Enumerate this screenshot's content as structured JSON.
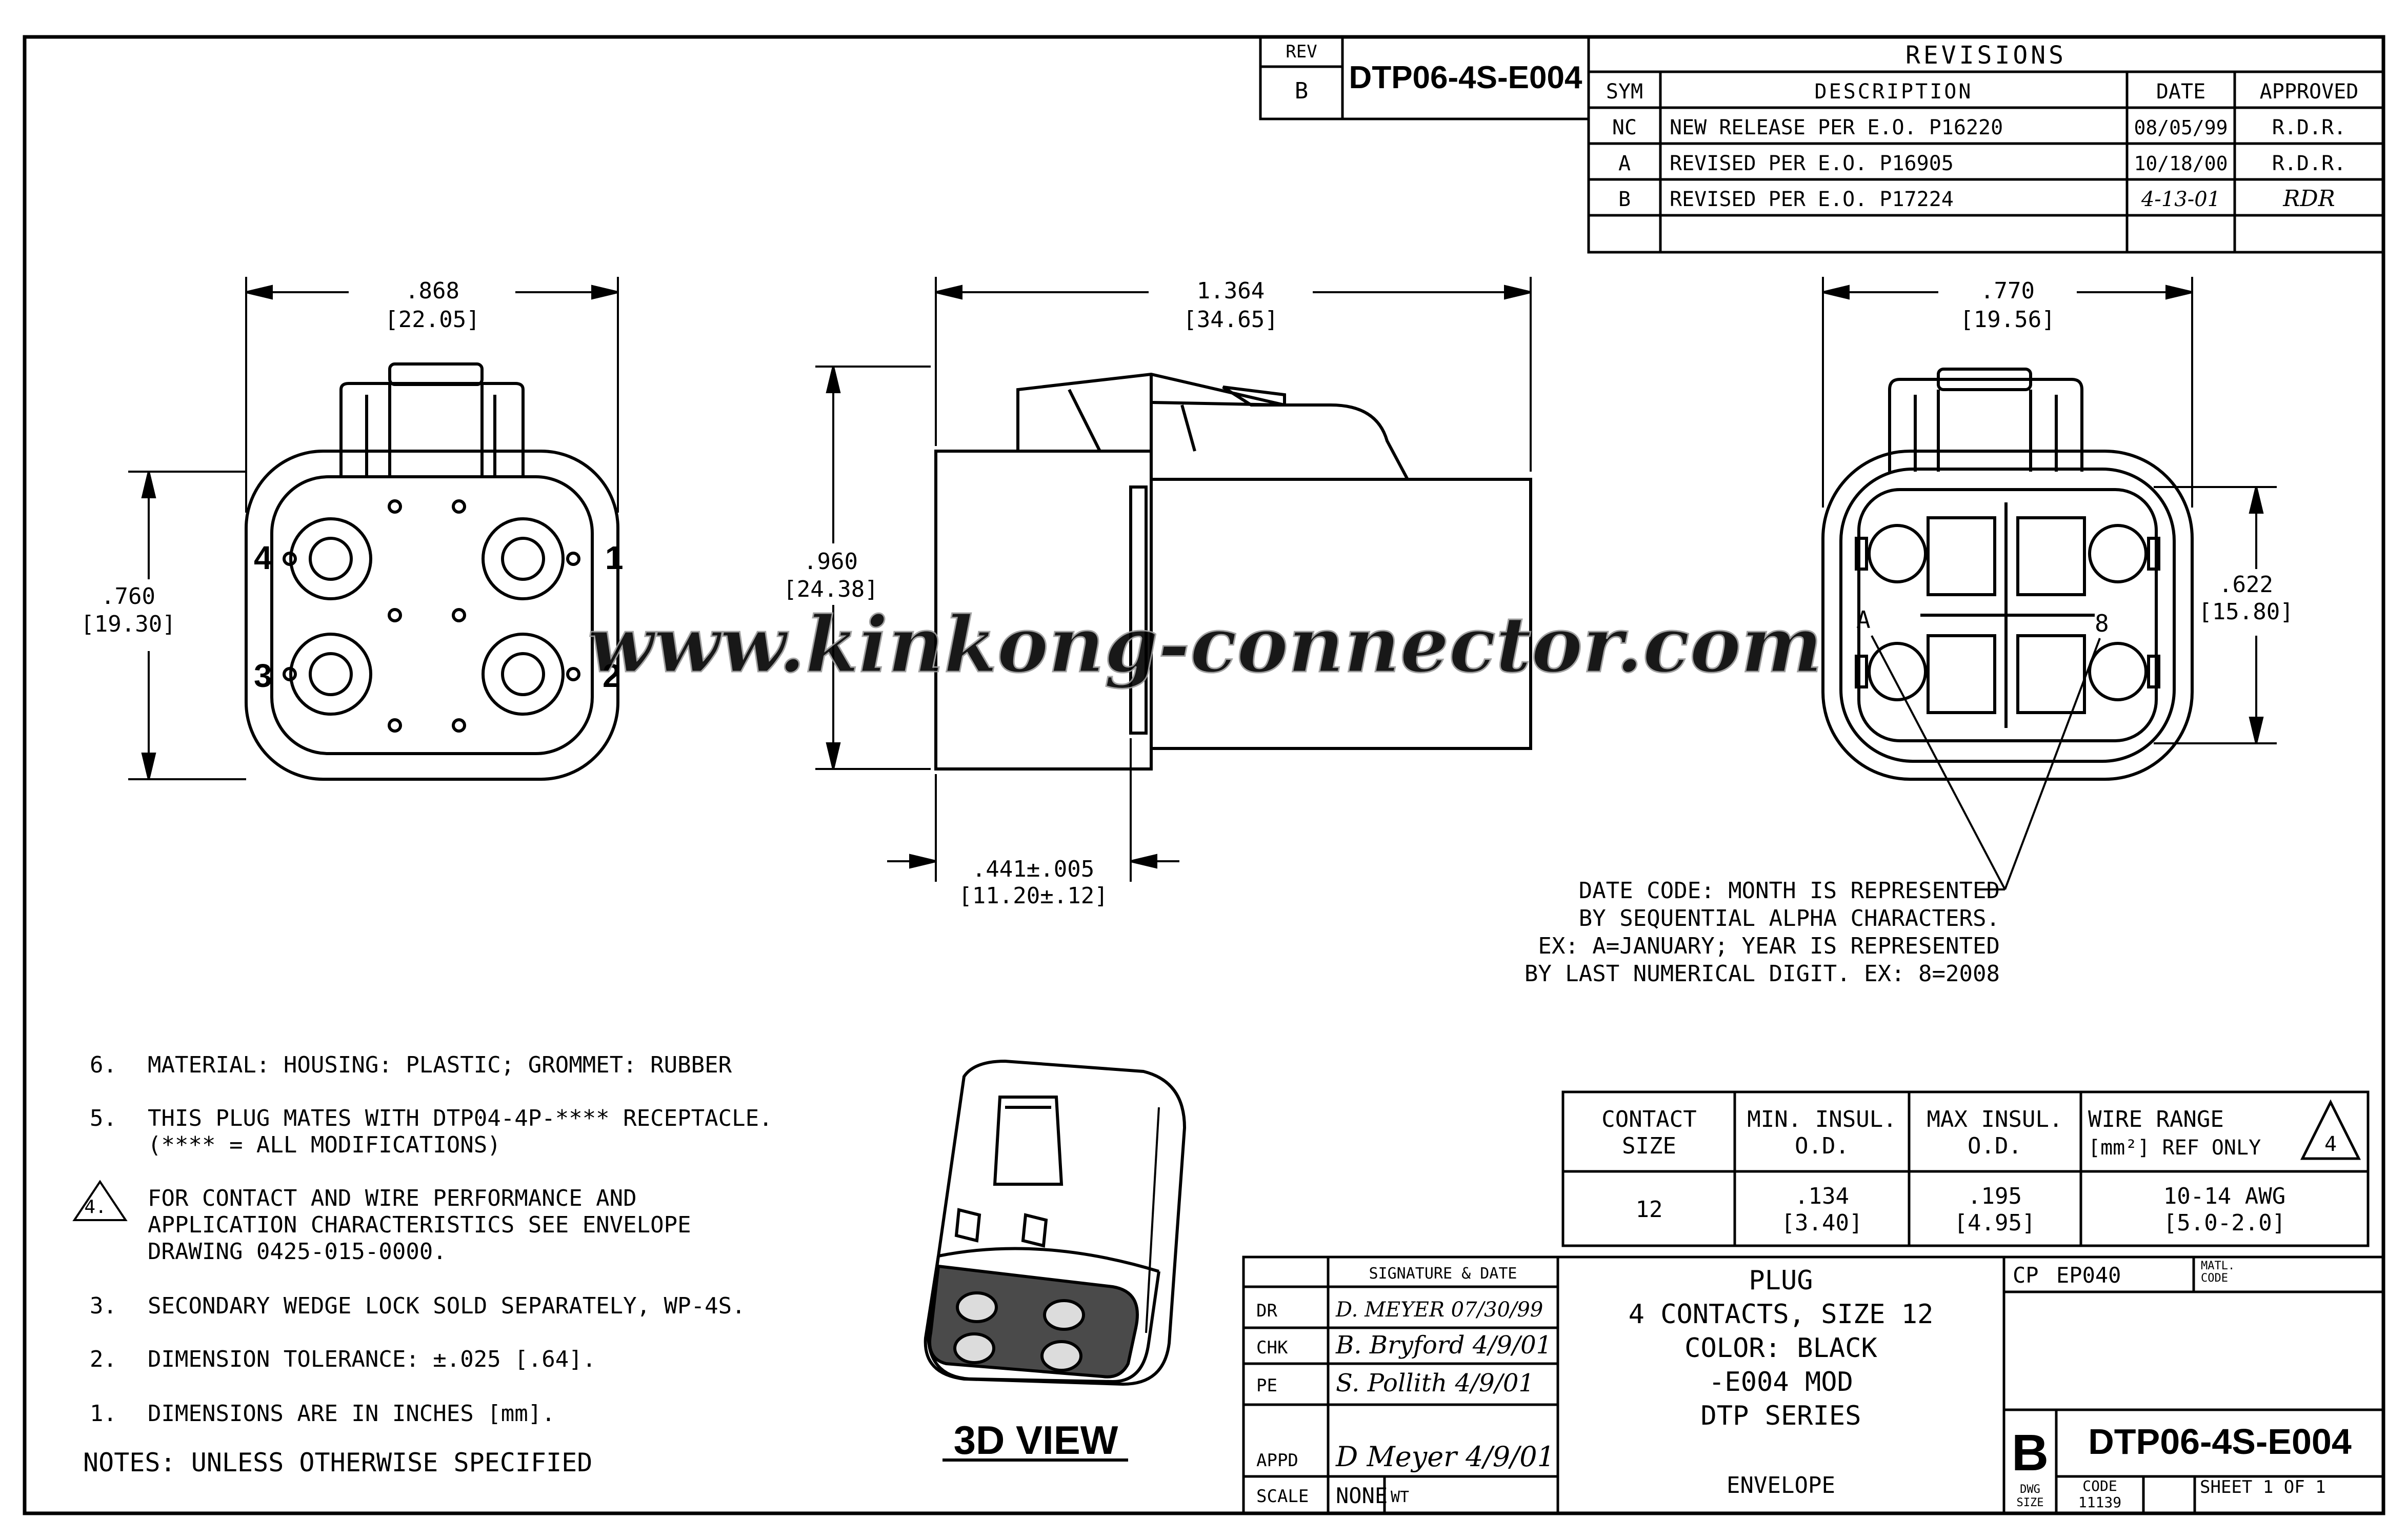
{
  "header": {
    "rev_label": "REV",
    "rev_value": "B",
    "part_number": "DTP06-4S-E004"
  },
  "revisions": {
    "title": "REVISIONS",
    "columns": [
      "SYM",
      "DESCRIPTION",
      "DATE",
      "APPROVED"
    ],
    "rows": [
      {
        "sym": "NC",
        "description": "NEW RELEASE PER E.O. P16220",
        "date": "08/05/99",
        "approved": "R.D.R."
      },
      {
        "sym": "A",
        "description": "REVISED PER E.O. P16905",
        "date": "10/18/00",
        "approved": "R.D.R."
      },
      {
        "sym": "B",
        "description": "REVISED PER E.O. P17224",
        "date": "4-13-01",
        "approved": "RDR"
      }
    ]
  },
  "front_view": {
    "width_in": ".868",
    "width_mm": "[22.05]",
    "height_in": ".760",
    "height_mm": "[19.30]",
    "cavity_labels": [
      "1",
      "2",
      "3",
      "4"
    ]
  },
  "side_view": {
    "length_in": "1.364",
    "length_mm": "[34.65]",
    "height_in": ".960",
    "height_mm": "[24.38]",
    "offset_in": ".441±.005",
    "offset_mm": "[11.20±.12]"
  },
  "rear_view": {
    "width_in": ".770",
    "width_mm": "[19.56]",
    "height_in": ".622",
    "height_mm": "[15.80]",
    "date_code_letter": "A",
    "date_code_digit": "8"
  },
  "date_code_note": [
    "DATE CODE:  MONTH IS REPRESENTED",
    "BY SEQUENTIAL ALPHA CHARACTERS.",
    "EX: A=JANUARY; YEAR IS REPRESENTED",
    "BY LAST NUMERICAL DIGIT. EX: 8=2008"
  ],
  "watermark": "www.kinkong-connector.com",
  "notes": {
    "items": [
      {
        "num": "6.",
        "lines": [
          "MATERIAL: HOUSING: PLASTIC; GROMMET: RUBBER"
        ]
      },
      {
        "num": "5.",
        "lines": [
          "THIS PLUG MATES WITH DTP04-4P-**** RECEPTACLE.",
          "(**** = ALL MODIFICATIONS)"
        ]
      },
      {
        "num": "4.",
        "lines": [
          "FOR CONTACT AND WIRE PERFORMANCE AND",
          "APPLICATION CHARACTERISTICS SEE ENVELOPE",
          "DRAWING 0425-015-0000."
        ]
      },
      {
        "num": "3.",
        "lines": [
          "SECONDARY WEDGE LOCK SOLD SEPARATELY, WP-4S."
        ]
      },
      {
        "num": "2.",
        "lines": [
          "DIMENSION TOLERANCE:  ±.025 [.64]."
        ]
      },
      {
        "num": "1.",
        "lines": [
          "DIMENSIONS ARE IN INCHES [mm]."
        ]
      }
    ],
    "footer": "NOTES: UNLESS OTHERWISE SPECIFIED"
  },
  "view3d_label": "3D VIEW",
  "contact_table": {
    "headers": [
      [
        "CONTACT",
        "SIZE"
      ],
      [
        "MIN. INSUL.",
        "O.D."
      ],
      [
        "MAX INSUL.",
        "O.D."
      ],
      [
        "WIRE RANGE",
        "[mm²] REF ONLY"
      ]
    ],
    "flag": "4",
    "row": [
      [
        "12"
      ],
      [
        ".134",
        "[3.40]"
      ],
      [
        ".195",
        "[4.95]"
      ],
      [
        "10-14 AWG",
        "[5.0-2.0]"
      ]
    ]
  },
  "title_block": {
    "signature_header": "SIGNATURE & DATE",
    "rows": [
      {
        "role": "DR",
        "signature": "D. MEYER  07/30/99"
      },
      {
        "role": "CHK",
        "signature": "B. Bryford 4/9/01"
      },
      {
        "role": "PE",
        "signature": "S. Pollith 4/9/01"
      },
      {
        "role": "APPD",
        "signature": "D Meyer 4/9/01"
      },
      {
        "role": "SCALE",
        "signature": "NONE"
      }
    ],
    "wt_label": "WT",
    "description": [
      "PLUG",
      "4 CONTACTS, SIZE 12",
      "COLOR: BLACK",
      "-E004 MOD",
      "DTP SERIES"
    ],
    "envelope": "ENVELOPE",
    "cp_label": "CP",
    "cp_value": "EP040",
    "matl_code": [
      "MATL.",
      "CODE"
    ],
    "size_letter": "B",
    "dwg_number": "DTP06-4S-E004",
    "dwg_size_label": [
      "DWG",
      "SIZE"
    ],
    "code_label": "CODE",
    "code_value": "11139",
    "sheet": "SHEET  1 OF  1"
  }
}
